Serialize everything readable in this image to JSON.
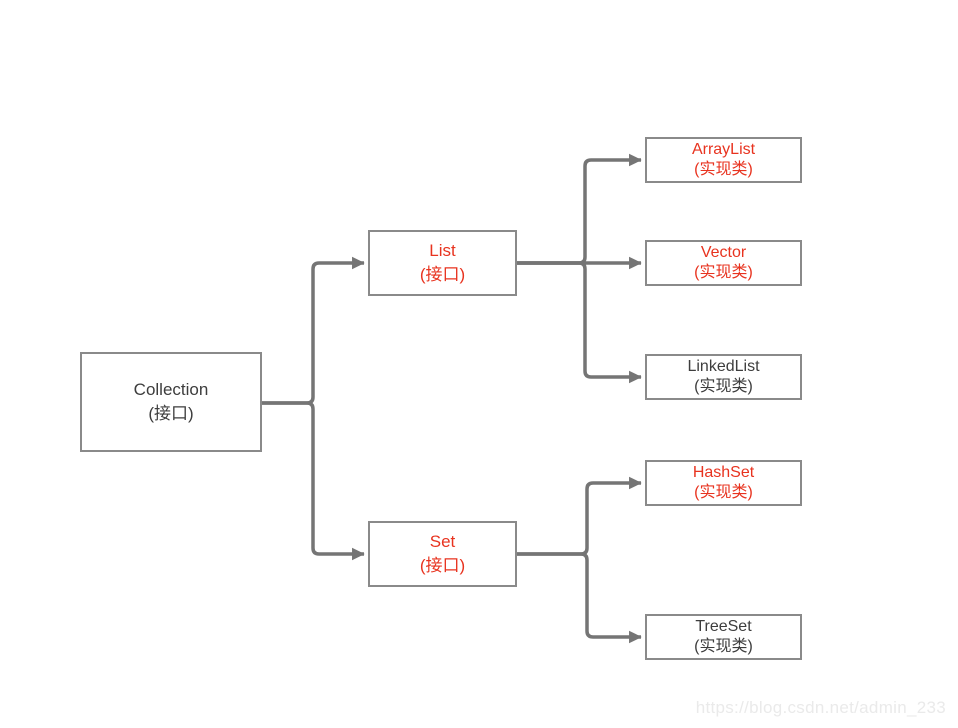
{
  "diagram": {
    "palette": {
      "background": "#ffffff",
      "connector_color": "#757575",
      "box_border_color": "#8a8a8a",
      "text_red": "#e8331f",
      "text_dark": "#3d3d3d",
      "watermark_color": "#eaeaea"
    },
    "nodes": [
      {
        "id": "collection",
        "title": "Collection",
        "subtitle": "(接口)",
        "color": "dark"
      },
      {
        "id": "list",
        "title": "List",
        "subtitle": "(接口)",
        "color": "red"
      },
      {
        "id": "set",
        "title": "Set",
        "subtitle": "(接口)",
        "color": "red"
      },
      {
        "id": "arraylist",
        "title": "ArrayList",
        "subtitle": "(实现类)",
        "color": "red"
      },
      {
        "id": "vector",
        "title": "Vector",
        "subtitle": "(实现类)",
        "color": "red"
      },
      {
        "id": "linkedlist",
        "title": "LinkedList",
        "subtitle": "(实现类)",
        "color": "dark"
      },
      {
        "id": "hashset",
        "title": "HashSet",
        "subtitle": "(实现类)",
        "color": "red"
      },
      {
        "id": "treeset",
        "title": "TreeSet",
        "subtitle": "(实现类)",
        "color": "dark"
      }
    ],
    "edges": [
      {
        "from": "collection",
        "to": "list"
      },
      {
        "from": "collection",
        "to": "set"
      },
      {
        "from": "list",
        "to": "arraylist"
      },
      {
        "from": "list",
        "to": "vector"
      },
      {
        "from": "list",
        "to": "linkedlist"
      },
      {
        "from": "set",
        "to": "hashset"
      },
      {
        "from": "set",
        "to": "treeset"
      }
    ],
    "watermark": "https://blog.csdn.net/admin_233"
  }
}
